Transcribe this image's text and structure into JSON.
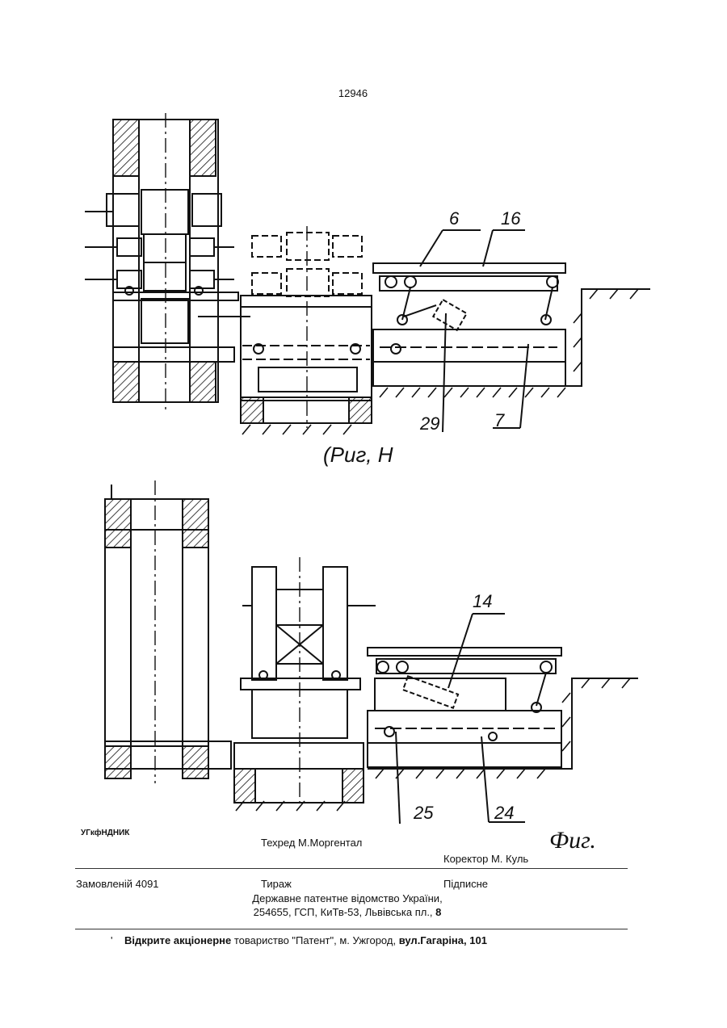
{
  "page_number": "12946",
  "figure_top": {
    "caption": "(Риг, Н",
    "labels": [
      "6",
      "16",
      "29",
      "7"
    ]
  },
  "figure_bottom": {
    "caption": "Фиг.",
    "labels": [
      "14",
      "25",
      "24"
    ]
  },
  "imprint": {
    "compiler": "УГкфНДНИК",
    "techred": "Техред М.Моргентал",
    "corrector": "Коректор М. Куль",
    "order": "Замовленій 4091",
    "circulation": "Тираж",
    "subscription": "Підписне",
    "office_line1": "Державне патентне відомство України,",
    "office_line2_text": "254655, ГСП, КиТв-53, Львівська пл., ",
    "office_line2_bold": "8"
  },
  "footer": {
    "mark": "'",
    "bold_part1": "Відкрите акціонерне",
    "normal_part": " товариство \"Патент\", м. Ужгород, ",
    "bold_part2": "вул.Гагаріна, 101"
  }
}
